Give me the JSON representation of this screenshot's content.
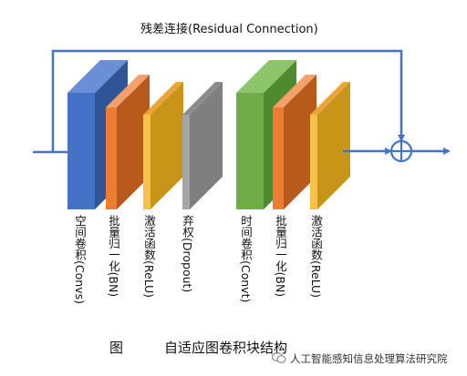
{
  "title": "残差连接(Residual Connection)",
  "blocks": [
    {
      "label": "空间卷积(Convs)",
      "front": "#4472C4",
      "top": "#6a8fd6",
      "side": "#2f5597"
    },
    {
      "label": "批量归一化(BN)",
      "front": "#ED7D31",
      "top": "#f4a06b",
      "side": "#b85a1c"
    },
    {
      "label": "激活函数(ReLU)",
      "front": "#F5C34A",
      "top": "#e9a43a",
      "side": "#c89518"
    },
    {
      "label": "弃权(Dropout)",
      "front": "#A5A5A5",
      "top": "#8c8c8c",
      "side": "#7f7f7f"
    },
    {
      "label": "时间卷积(Convt)",
      "front": "#70AD47",
      "top": "#8cc56a",
      "side": "#4e8a30"
    },
    {
      "label": "批量归一化(BN)",
      "front": "#ED7D31",
      "top": "#f4a06b",
      "side": "#b85a1c"
    },
    {
      "label": "激活函数(ReLU)",
      "front": "#F5C34A",
      "top": "#e9a43a",
      "side": "#c89518"
    }
  ],
  "caption": {
    "figure": "图",
    "text": "自适应图卷积块结构"
  },
  "watermark": "人工智能感知信息处理算法研究院",
  "arrow_color": "#4472C4"
}
